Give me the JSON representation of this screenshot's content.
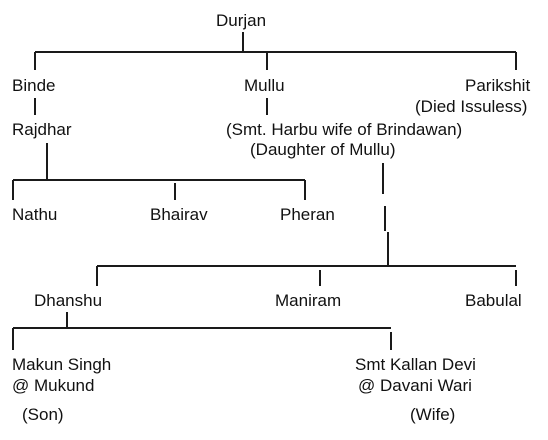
{
  "tree": {
    "durjan": "Durjan",
    "binde": "Binde",
    "mullu": "Mullu",
    "parikshit": "Parikshit",
    "parikshit_note": "(Died Issuless)",
    "rajdhar": "Rajdhar",
    "harbu": "(Smt. Harbu wife of Brindawan)",
    "harbu_note": "(Daughter of Mullu)",
    "nathu": "Nathu",
    "bhairav": "Bhairav",
    "pheran": "Pheran",
    "dhanshu": "Dhanshu",
    "maniram": "Maniram",
    "babulal": "Babulal",
    "makun_line1": "Makun Singh",
    "makun_line2": "@ Mukund",
    "makun_role": "(Son)",
    "kallan_line1": "Smt Kallan Devi",
    "kallan_line2": "@ Davani Wari",
    "kallan_role": "(Wife)"
  }
}
